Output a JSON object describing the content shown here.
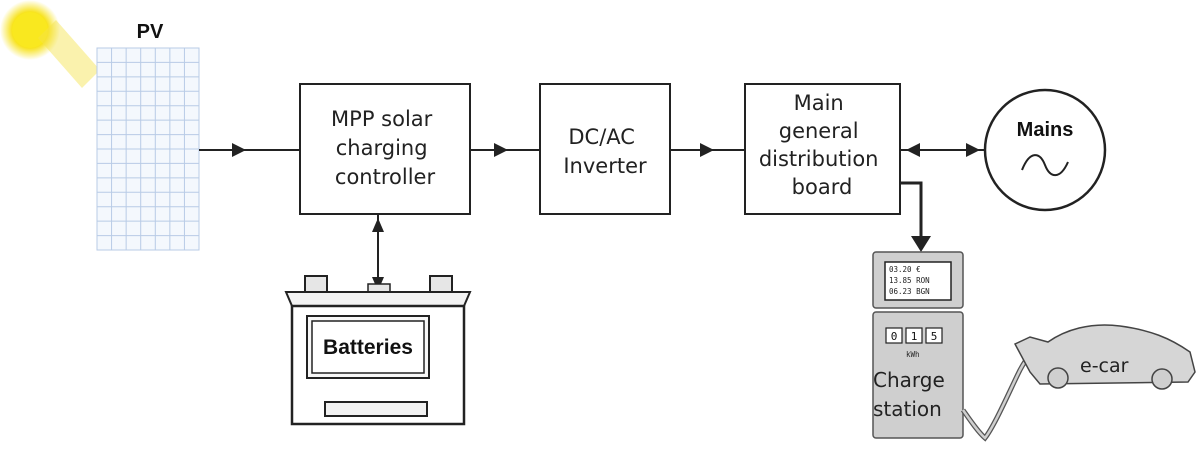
{
  "pv": {
    "label": "PV"
  },
  "mpp": {
    "lines": [
      "MPP solar",
      "charging",
      "controller"
    ]
  },
  "inverter": {
    "lines": [
      "DC/AC",
      "Inverter"
    ]
  },
  "board": {
    "lines": [
      "Main",
      "general",
      "distribution",
      "board"
    ]
  },
  "mains": {
    "label": "Mains"
  },
  "batteries": {
    "label": "Batteries"
  },
  "charge_station": {
    "display_lines": [
      "03.20 €",
      "13.85 RON",
      "06.23 BGN"
    ],
    "digits": [
      "0",
      "1",
      "5"
    ],
    "unit": "kWh",
    "label_lines": [
      "Charge",
      "station"
    ]
  },
  "ecar": {
    "label": "e-car"
  },
  "colors": {
    "line": "#222222",
    "sun": "#f7e21c",
    "panel_grid": "#b8cbe6",
    "station": "#cfcfcf"
  }
}
